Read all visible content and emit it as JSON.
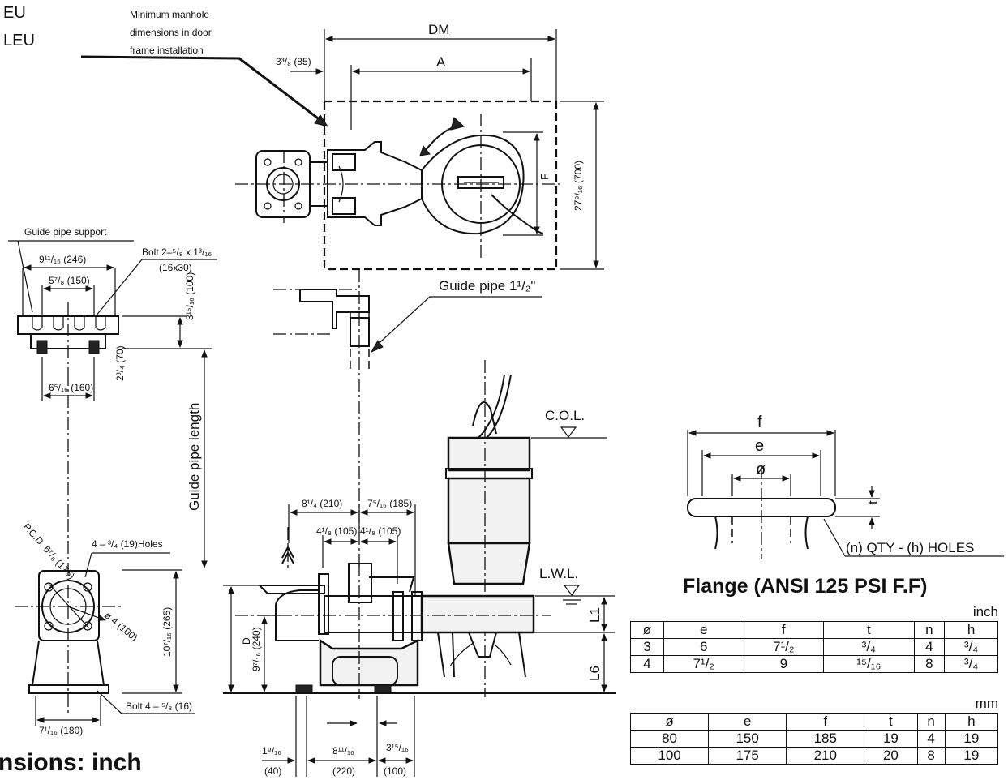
{
  "title_fragments": {
    "line1": "EU",
    "line2": "LEU",
    "dims_heading": "nsions: inch"
  },
  "callouts": {
    "manhole_note_1": "Minimum manhole",
    "manhole_note_2": "dimensions in door",
    "manhole_note_3": "frame installation",
    "dm": "DM",
    "a": "A",
    "offset_85": "3³/₈ (85)",
    "f_dim": "F",
    "depth_700": "27⁹/₁₆ (700)",
    "guide_pipe": "Guide pipe 1¹/₂\"",
    "guide_pipe_support": "Guide pipe support",
    "bolt_support": "Bolt 2–⁵/₈ x 1³/₁₆",
    "bolt_support_mm": "(16x30)",
    "w246": "9¹¹/₁₆ (246)",
    "w150": "5⁷/₈  (150)",
    "h100": "3¹⁵/₁₆ (100)",
    "h70": "2³/₄ (70)",
    "w160": "6⁵/₁₆  (160)",
    "guide_pipe_length": "Guide pipe length",
    "pcd": "P.C.D. 6⁷/₈ (175)",
    "holes": "4 – ³/₄ (19)Holes",
    "dia100": "ø 4 (100)",
    "h265": "10⁷/₁₆ (265)",
    "bolt_base": "Bolt 4 – ⁵/₈ (16)",
    "w180": "7¹/₁₆ (180)",
    "col": "C.O.L.",
    "lwl": "L.W.L.",
    "w210": "8¹/₄ (210)",
    "w185": "7⁵/₁₆ (185)",
    "w105a": "4¹/₈ (105)",
    "w105b": "4¹/₈ (105)",
    "d": "D",
    "h240": "9⁷/₁₆ (240)",
    "l1": "L1",
    "l6": "L6",
    "b40": "1⁹/₁₆",
    "b40mm": "(40)",
    "b220": "8¹¹/₁₆",
    "b220mm": "(220)",
    "b100": "3¹⁵/₁₆",
    "b100mm": "(100)"
  },
  "flange": {
    "title": "Flange (ANSI 125 PSI F.F)",
    "label_f": "f",
    "label_e": "e",
    "label_dia": "ø",
    "label_t": "t",
    "holes_note": "(n) QTY - (h) HOLES"
  },
  "table_inch": {
    "unit": "inch",
    "headers": [
      "ø",
      "e",
      "f",
      "t",
      "n",
      "h"
    ],
    "rows": [
      [
        "3",
        "6",
        "7¹/₂",
        "³/₄",
        "4",
        "³/₄"
      ],
      [
        "4",
        "7¹/₂",
        "9",
        "¹⁵/₁₆",
        "8",
        "³/₄"
      ]
    ]
  },
  "table_mm": {
    "unit": "mm",
    "headers": [
      "ø",
      "e",
      "f",
      "t",
      "n",
      "h"
    ],
    "rows": [
      [
        "80",
        "150",
        "185",
        "19",
        "4",
        "19"
      ],
      [
        "100",
        "175",
        "210",
        "20",
        "8",
        "19"
      ]
    ]
  }
}
